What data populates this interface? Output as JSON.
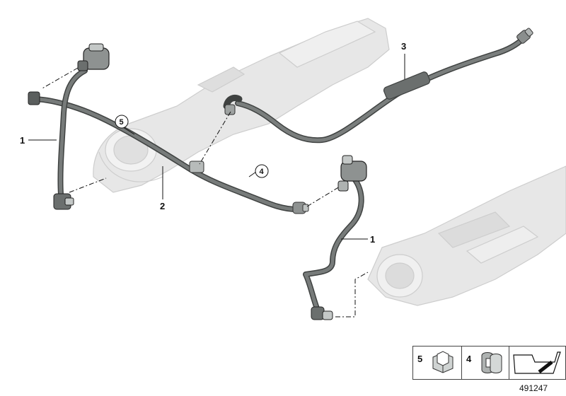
{
  "callouts": {
    "c1_left": "1",
    "c1_right": "1",
    "c2": "2",
    "c3": "3",
    "c4": "4",
    "c5": "5"
  },
  "legend": {
    "item5_number": "5",
    "item4_number": "4"
  },
  "reference_id": "491247",
  "colors": {
    "hose": "#6b6f6e",
    "hose_dark": "#3f4241",
    "manifold": "#e6e6e6",
    "manifold_edge": "#c9c9c9",
    "lines": "#111111"
  }
}
